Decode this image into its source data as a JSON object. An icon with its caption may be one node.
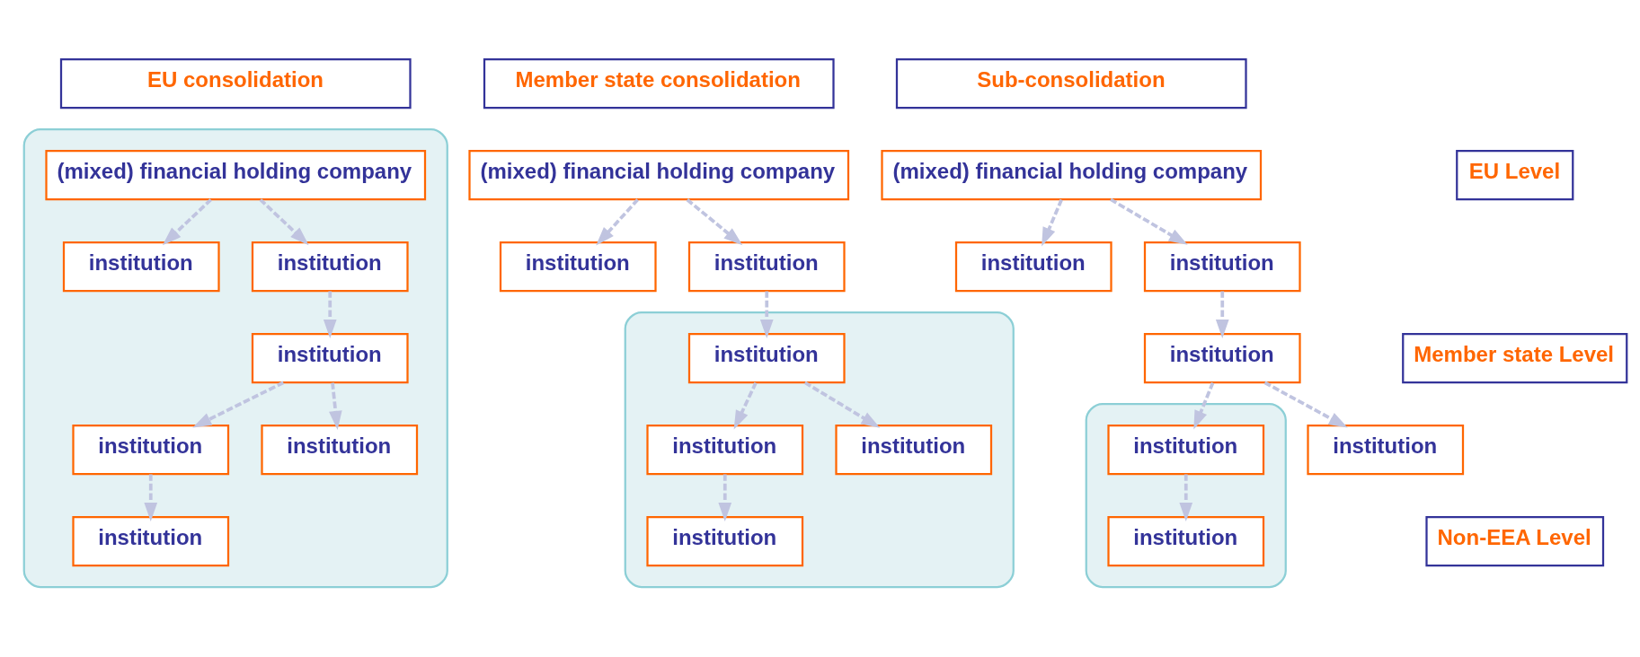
{
  "diagram": {
    "nodes": [
      {
        "text": [
          "EU consolidation"
        ]
      },
      {
        "text": [
          "Member state consolidation"
        ]
      },
      {
        "text": [
          "Sub-consolidation"
        ]
      },
      {
        "text": [
          "EU Level"
        ]
      },
      {
        "text": [
          "Member state Level"
        ]
      },
      {
        "text": [
          "Non-EEA Level"
        ]
      },
      {
        "text": [],
        "shape": "ellipse"
      },
      {
        "text": [
          "(mixed) financial holding company"
        ],
        "in": 6
      },
      {
        "text": [
          "institution"
        ],
        "in": 6
      },
      {
        "text": [
          "institution"
        ],
        "in": 6
      },
      {
        "text": [
          "institution"
        ],
        "in": 6
      },
      {
        "text": [
          "institution"
        ],
        "in": 6
      },
      {
        "text": [
          "institution"
        ],
        "in": 6
      },
      {
        "text": [
          "institution"
        ],
        "in": 6
      },
      {
        "text": [
          "(mixed) financial holding company"
        ]
      },
      {
        "text": [
          "institution"
        ]
      },
      {
        "text": [
          "institution"
        ]
      },
      {
        "text": [],
        "shape": "ellipse"
      },
      {
        "text": [
          "institution"
        ],
        "in": 17
      },
      {
        "text": [
          "institution"
        ],
        "in": 17
      },
      {
        "text": [
          "institution"
        ],
        "in": 17
      },
      {
        "text": [
          "institution"
        ],
        "in": 17
      },
      {
        "text": [
          "(mixed) financial holding company"
        ]
      },
      {
        "text": [
          "institution"
        ]
      },
      {
        "text": [
          "institution"
        ]
      },
      {
        "text": [
          "institution"
        ]
      },
      {
        "text": [],
        "shape": "ellipse"
      },
      {
        "text": [
          "institution"
        ],
        "in": 26
      },
      {
        "text": [
          "institution"
        ]
      },
      {
        "text": [
          "institution"
        ],
        "in": 26
      }
    ],
    "edges": [
      {
        "from": 7,
        "to": 8,
        "arrow": "to",
        "style": "dashed"
      },
      {
        "from": 7,
        "to": 9,
        "arrow": "to",
        "style": "dashed"
      },
      {
        "from": 9,
        "to": 10,
        "arrow": "to",
        "style": "dashed"
      },
      {
        "from": 10,
        "to": 11,
        "arrow": "to",
        "style": "dashed"
      },
      {
        "from": 10,
        "to": 12,
        "arrow": "to",
        "style": "dashed"
      },
      {
        "from": 11,
        "to": 13,
        "arrow": "to",
        "style": "dashed"
      },
      {
        "from": 14,
        "to": 15,
        "arrow": "to",
        "style": "dashed"
      },
      {
        "from": 14,
        "to": 16,
        "arrow": "to",
        "style": "dashed"
      },
      {
        "from": 16,
        "to": 18,
        "arrow": "to",
        "style": "dashed"
      },
      {
        "from": 18,
        "to": 19,
        "arrow": "to",
        "style": "dashed"
      },
      {
        "from": 18,
        "to": 20,
        "arrow": "to",
        "style": "dashed"
      },
      {
        "from": 19,
        "to": 21,
        "arrow": "to",
        "style": "dashed"
      },
      {
        "from": 22,
        "to": 23,
        "arrow": "to",
        "style": "dashed"
      },
      {
        "from": 22,
        "to": 24,
        "arrow": "to",
        "style": "dashed"
      },
      {
        "from": 24,
        "to": 25,
        "arrow": "to",
        "style": "dashed"
      },
      {
        "from": 25,
        "to": 27,
        "arrow": "to",
        "style": "dashed"
      },
      {
        "from": 25,
        "to": 28,
        "arrow": "to",
        "style": "dashed"
      },
      {
        "from": 27,
        "to": 29,
        "arrow": "to",
        "style": "dashed"
      }
    ]
  }
}
